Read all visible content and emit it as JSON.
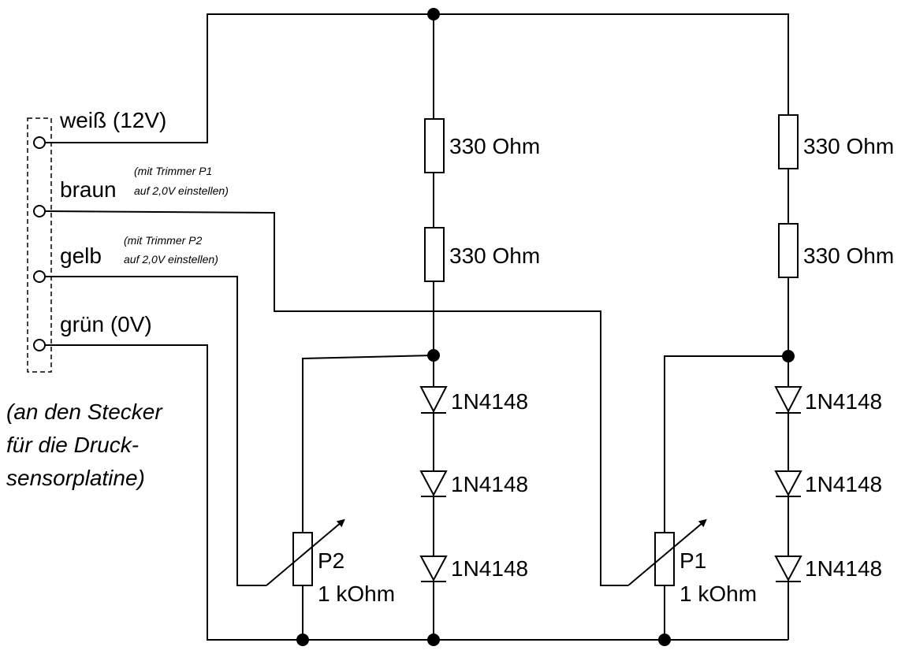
{
  "connector": {
    "pins": [
      {
        "wire": "weiß (12V)"
      },
      {
        "wire": "braun",
        "note_line1": "(mit Trimmer P1",
        "note_line2": "auf 2,0V einstellen)"
      },
      {
        "wire": "gelb",
        "note_line1": "(mit Trimmer P2",
        "note_line2": "auf 2,0V einstellen)"
      },
      {
        "wire": "grün (0V)"
      }
    ],
    "caption": [
      "(an den Stecker",
      "für die Druck-",
      "sensorplatine)"
    ]
  },
  "resistors": {
    "left_r1": "330 Ohm",
    "left_r2": "330 Ohm",
    "right_r1": "330 Ohm",
    "right_r2": "330 Ohm"
  },
  "diodes": {
    "left_d1": "1N4148",
    "left_d2": "1N4148",
    "left_d3": "1N4148",
    "right_d1": "1N4148",
    "right_d2": "1N4148",
    "right_d3": "1N4148"
  },
  "trimmers": {
    "p2_name": "P2",
    "p2_value": "1 kOhm",
    "p1_name": "P1",
    "p1_value": "1 kOhm"
  }
}
